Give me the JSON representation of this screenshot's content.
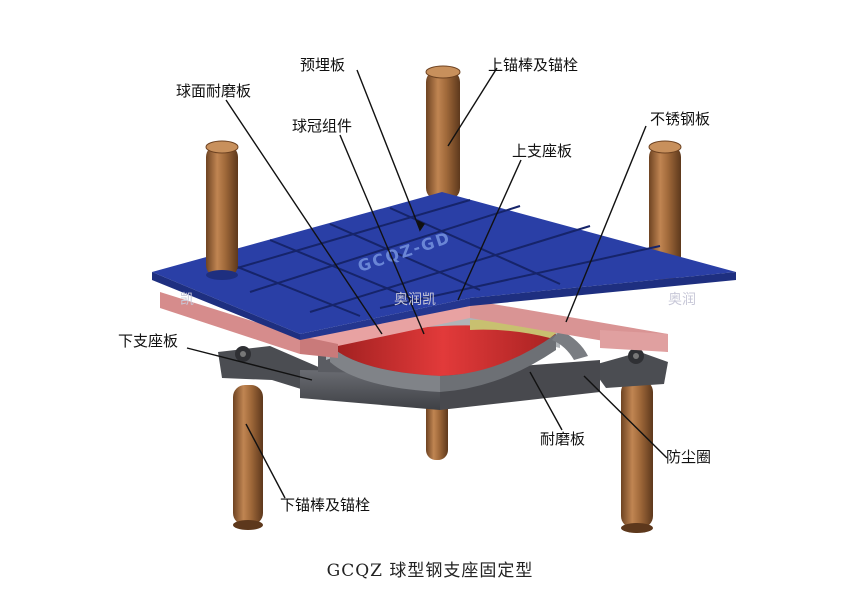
{
  "labels": {
    "embedded_plate": "预埋板",
    "upper_anchor": "上锚棒及锚栓",
    "spherical_wear_plate": "球面耐磨板",
    "spherical_crown": "球冠组件",
    "stainless_plate": "不锈钢板",
    "upper_seat": "上支座板",
    "lower_seat": "下支座板",
    "wear_plate": "耐磨板",
    "dust_ring": "防尘圈",
    "lower_anchor": "下锚棒及锚栓"
  },
  "plate_marking": "GCQZ-GD",
  "caption": "GCQZ    球型钢支座固定型",
  "colors": {
    "embedded_plate": "#2a3fa6",
    "upper_seat": "#e8a2a2",
    "crown": "#d63030",
    "lower_seat": "#55575c",
    "anchor_rod": "#a0693a",
    "stainless": "#c8c070"
  }
}
